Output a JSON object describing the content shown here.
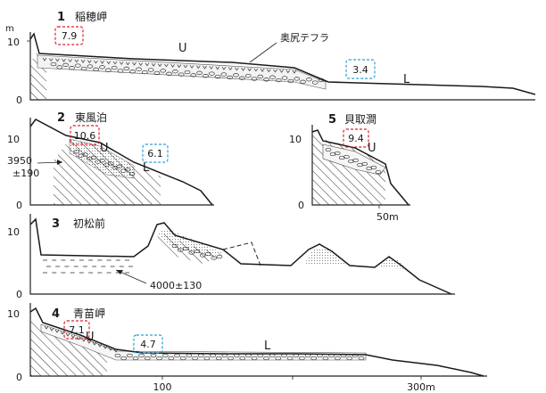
{
  "axis_unit": "m",
  "profiles": [
    {
      "number": "1",
      "name": "稲穂岬",
      "y_ticks": [
        "10",
        "0"
      ],
      "upper_label": "U",
      "lower_label": "L",
      "upper_value": "7.9",
      "lower_value": "3.4",
      "tephra_label": "奥尻テフラ"
    },
    {
      "number": "2",
      "name": "東風泊",
      "y_ticks": [
        "10",
        "0"
      ],
      "upper_label": "U",
      "lower_label": "L",
      "upper_value": "10.6",
      "lower_value": "6.1",
      "date_value": "3950",
      "date_error": "±190"
    },
    {
      "number": "3",
      "name": "初松前",
      "y_ticks": [
        "10",
        "0"
      ],
      "date_label": "4000±130"
    },
    {
      "number": "4",
      "name": "青苗岬",
      "y_ticks": [
        "10",
        "0"
      ],
      "upper_label": "U",
      "lower_label": "L",
      "upper_value": "7.1",
      "lower_value": "4.7",
      "x_ticks": [
        "100",
        "300m"
      ]
    },
    {
      "number": "5",
      "name": "貝取澗",
      "y_ticks": [
        "10",
        "0"
      ],
      "upper_label": "U",
      "upper_value": "9.4",
      "x_ticks": [
        "50m"
      ]
    }
  ],
  "colors": {
    "emerged_shoreline_upper": "#d9232e",
    "emerged_shoreline_lower": "#2a9fd6",
    "line": "#1a1a1a"
  }
}
